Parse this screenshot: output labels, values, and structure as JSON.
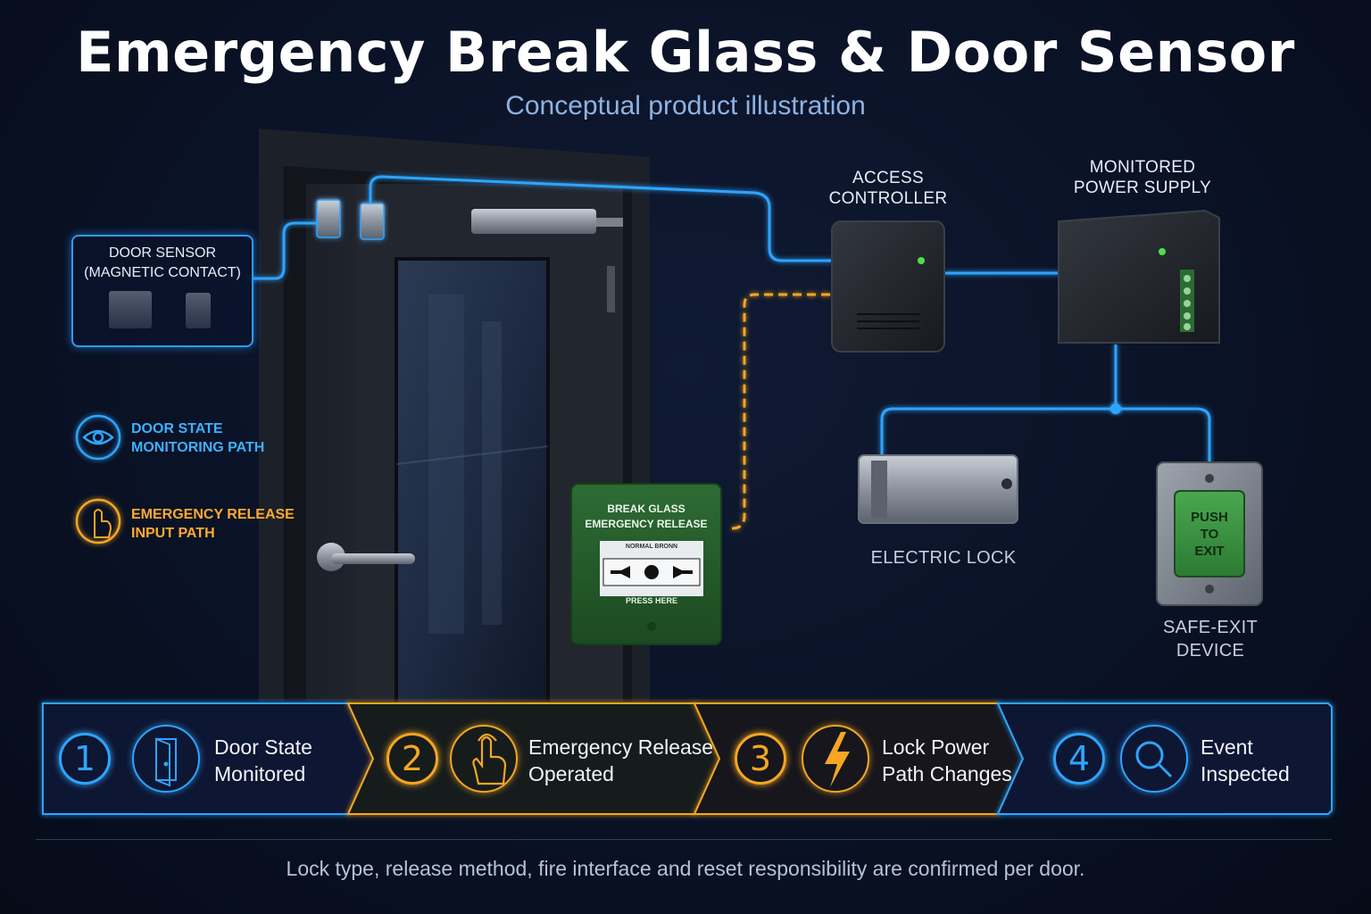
{
  "header": {
    "title": "Emergency Break Glass & Door Sensor",
    "subtitle": "Conceptual product illustration"
  },
  "components": {
    "door_sensor": {
      "title_line1": "DOOR SENSOR",
      "title_line2": "(MAGNETIC CONTACT)"
    },
    "access_controller": {
      "line1": "ACCESS",
      "line2": "CONTROLLER"
    },
    "power_supply": {
      "line1": "MONITORED",
      "line2": "POWER SUPPLY"
    },
    "electric_lock": {
      "label": "ELECTRIC LOCK"
    },
    "safe_exit": {
      "line1": "SAFE-EXIT",
      "line2": "DEVICE",
      "button_line1": "PUSH",
      "button_line2": "TO",
      "button_line3": "EXIT"
    },
    "break_glass": {
      "line1": "BREAK GLASS",
      "line2": "EMERGENCY RELEASE",
      "small_text": "NORMAL BRONN",
      "press": "PRESS HERE"
    }
  },
  "legend": {
    "door_path_line1": "DOOR STATE",
    "door_path_line2": "MONITORING PATH",
    "release_path_line1": "EMERGENCY RELEASE",
    "release_path_line2": "INPUT PATH"
  },
  "steps": [
    {
      "num": "1",
      "line1": "Door State",
      "line2": "Monitored",
      "icon": "door-icon"
    },
    {
      "num": "2",
      "line1": "Emergency Release",
      "line2": "Operated",
      "icon": "hand-press-icon"
    },
    {
      "num": "3",
      "line1": "Lock Power",
      "line2": "Path Changes",
      "icon": "lightning-icon"
    },
    {
      "num": "4",
      "line1": "Event",
      "line2": "Inspected",
      "icon": "magnifier-icon"
    }
  ],
  "footer": "Lock type, release method, fire interface and reset responsibility are confirmed per door.",
  "colors": {
    "blue": "#2fa4ff",
    "orange": "#f5a623",
    "green": "#2f7d3a",
    "background": "#0a1226"
  }
}
